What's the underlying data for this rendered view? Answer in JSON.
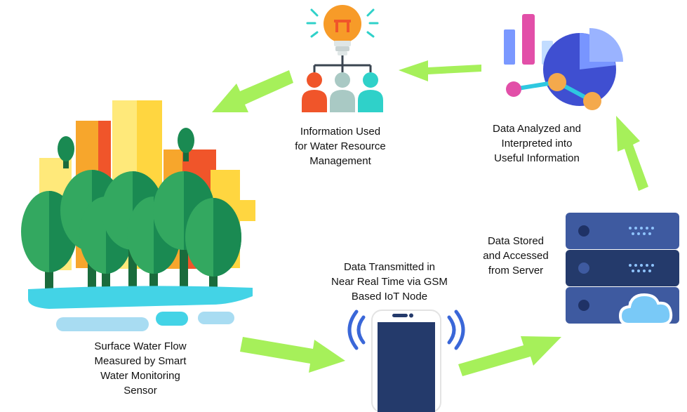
{
  "colors": {
    "arrow": "#a6f05a",
    "navy": "#243a6b",
    "server_blue": "#3e5aa0",
    "tree_green": "#33a860",
    "tree_dark": "#1a8a52",
    "water": "#43d3e6",
    "yellow": "#ffd640",
    "orange": "#f79b28",
    "red_orange": "#f0552a",
    "cloud": "#79c9f7",
    "pink": "#e24fa8"
  },
  "nodes": {
    "river": {
      "icon": "river-forest-city-icon",
      "label_lines": [
        "Surface Water Flow",
        "Measured by Smart",
        "Water Monitoring",
        "Sensor"
      ]
    },
    "phone": {
      "icon": "smartphone-iot-icon",
      "label_lines": [
        "Data Transmitted in",
        "Near Real Time via GSM",
        "Based IoT Node"
      ]
    },
    "server": {
      "icon": "cloud-server-icon",
      "label_lines": [
        "Data Stored",
        "and Accessed",
        "from Server"
      ]
    },
    "analytics": {
      "icon": "analytics-chart-icon",
      "label_lines": [
        "Data Analyzed and",
        "Interpreted into",
        "Useful Information"
      ]
    },
    "management": {
      "icon": "idea-team-icon",
      "label_lines": [
        "Information Used",
        "for Water Resource",
        "Management"
      ]
    }
  }
}
